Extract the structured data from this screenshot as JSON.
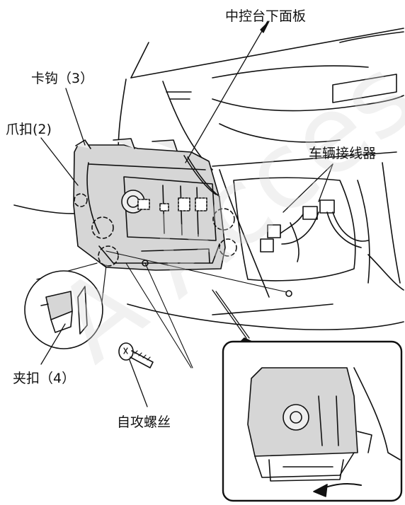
{
  "labels": {
    "console_lower_panel": "中控台下面板",
    "hook": "卡钩（3）",
    "claw_clip": "爪扣(2)",
    "vehicle_connector": "车辆接线器",
    "clip": "夹扣（4）",
    "tapping_screw": "自攻螺丝"
  },
  "colors": {
    "part_fill": "#d6d6d6",
    "line": "#111111",
    "background": "#ffffff"
  }
}
